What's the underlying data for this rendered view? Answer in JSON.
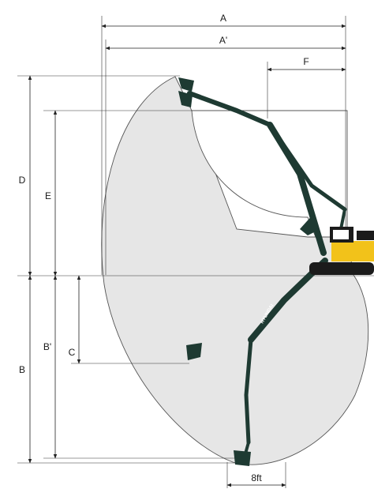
{
  "dimensions": {
    "A": "A",
    "A_prime": "A'",
    "B": "B",
    "B_prime": "B'",
    "C": "C",
    "D": "D",
    "E": "E",
    "F": "F",
    "bucket_width": "8ft"
  },
  "brand_text": "HYUNDAI",
  "colors": {
    "envelope": "#e6e6e6",
    "boom": "#1e3a32",
    "cab": "#f2c21a",
    "lines": "#222222"
  }
}
